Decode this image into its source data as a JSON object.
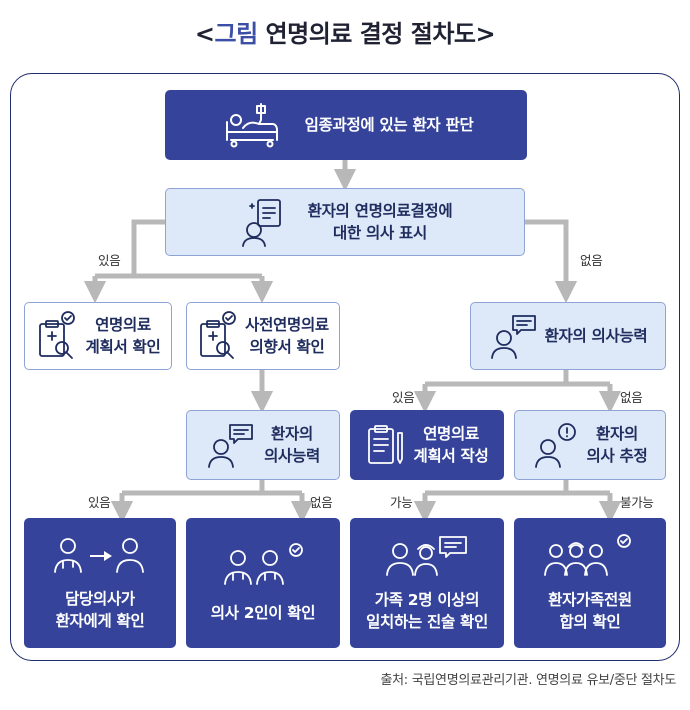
{
  "title": {
    "open": "<",
    "accent": "그림",
    "main": " 연명의료 결정 절차도",
    "close": ">"
  },
  "nodes": {
    "start": "임종과정에 있는 환자 판단",
    "expression": "환자의 연명의료결정에\n대한 의사 표시",
    "plan_check": "연명의료\n계획서 확인",
    "advance_check": "사전연명의료\n의향서 확인",
    "capacity_right": "환자의 의사능력",
    "capacity_left": "환자의\n의사능력",
    "plan_write": "연명의료\n계획서 작성",
    "presume": "환자의\n의사 추정",
    "doctor_confirm": "담당의사가\n환자에게 확인",
    "two_doctors": "의사 2인이 확인",
    "family_two": "가족 2명 이상의\n일치하는 진술 확인",
    "family_all": "환자가족전원\n합의 확인"
  },
  "edges": {
    "yes": "있음",
    "no": "없음",
    "possible": "가능",
    "impossible": "불가능"
  },
  "source": "출처: 국립연명의료관리기관. 연명의료 유보/중단 절차도",
  "colors": {
    "dark": "#35449a",
    "light": "#dde8f8",
    "line": "#b8b8b8"
  }
}
